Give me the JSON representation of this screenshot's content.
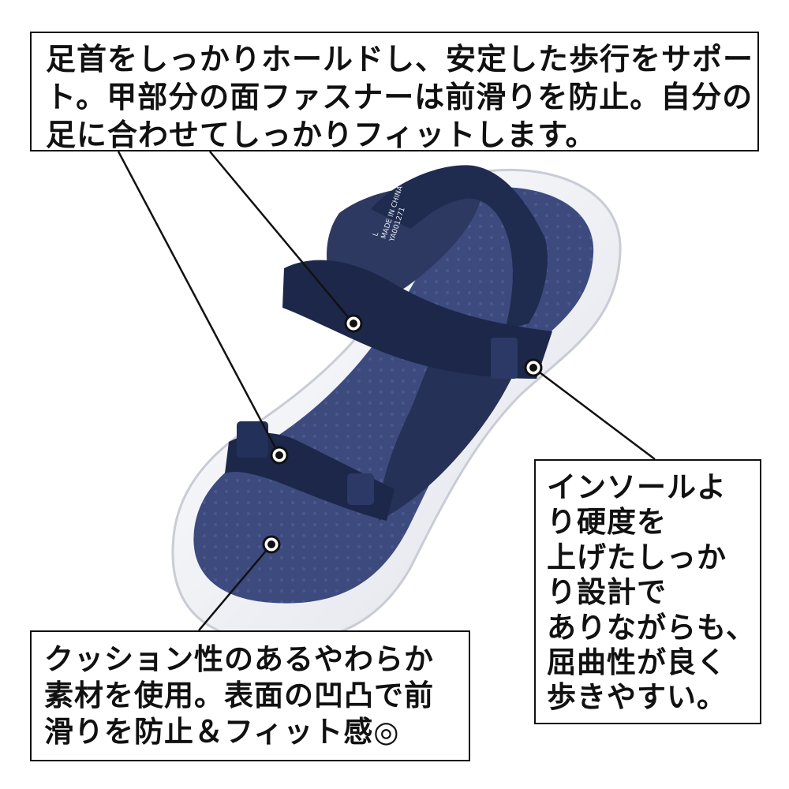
{
  "callouts": {
    "top": {
      "lines": [
        "足首をしっかりホールドし、安定した歩行をサポー",
        "ト。甲部分の面ファスナーは前滑りを防止。自分の",
        "足に合わせてしっかりフィットします。"
      ]
    },
    "right": {
      "lines": [
        "インソールよ",
        "り硬度を",
        "上げたしっか",
        "り設計で",
        "ありながらも、",
        "屈曲性が良く",
        "歩きやすい。"
      ]
    },
    "bottom": {
      "lines": [
        "クッション性のあるやわらか",
        "素材を使用。表面の凹凸で前",
        "滑りを防止＆フィット感◎"
      ]
    }
  },
  "product_label": {
    "lines": [
      "L",
      "MADE IN CHINA",
      "YA001271"
    ]
  },
  "colors": {
    "strap": "#1f2b4f",
    "footbed": "#3c4a7e",
    "sole": "#f1f2f6",
    "outline": "#111111"
  }
}
